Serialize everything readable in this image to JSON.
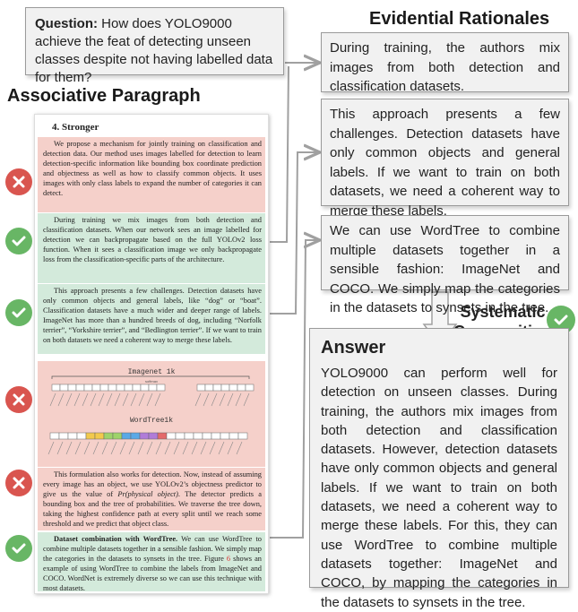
{
  "question": {
    "label": "Question:",
    "text": "How does YOLO9000 achieve the feat of detecting unseen classes despite not having labelled data for them?"
  },
  "associative_title": "Associative Paragraph",
  "evidential_title": "Evidential Rationales",
  "paper": {
    "heading": "4. Stronger",
    "paragraphs": [
      {
        "status": "wrong",
        "text": "We propose a mechanism for jointly training on classification and detection data. Our method uses images labelled for detection to learn detection-specific information like bounding box coordinate prediction and objectness as well as how to classify common objects. It uses images with only class labels to expand the number of categories it can detect."
      },
      {
        "status": "correct",
        "text": "During training we mix images from both detection and classification datasets. When our network sees an image labelled for detection we can backpropagate based on the full YOLOv2 loss function. When it sees a classification image we only backpropagate loss from the classification-specific parts of the architecture."
      },
      {
        "status": "correct",
        "text": "This approach presents a few challenges. Detection datasets have only common objects and general labels, like “dog” or “boat”. Classification datasets have a much wider and deeper range of labels. ImageNet has more than a hundred breeds of dog, including “Norfolk terrier”, “Yorkshire terrier”, and “Bedlington terrier”. If we want to train on both datasets we need a coherent way to merge these labels."
      },
      {
        "status": "wrong",
        "figure_title_top": "Imagenet 1k",
        "figure_title_bottom": "WordTree1k",
        "figure_label": "softmax"
      },
      {
        "status": "wrong",
        "text_a": "This formulation also works for detection. Now, instead of assuming every image has an object, we use YOLOv2’s objectness predictor to give us the value of",
        "math": "Pr(physical object)",
        "text_b": ". The detector predicts a bounding box and the tree of probabilities. We traverse the tree down, taking the highest confidence path at every split until we reach some threshold and we predict that object class."
      },
      {
        "status": "correct",
        "bold": "Dataset combination with WordTree.",
        "text_a": " We can use WordTree to combine multiple datasets together in a sensible fashion. We simply map the categories in the datasets to synsets in the tree. Figure ",
        "link": "6",
        "text_b": " shows an example of using WordTree to combine the labels from ImageNet and COCO. WordNet is extremely diverse so we can use this technique with most datasets."
      }
    ]
  },
  "evidence": [
    "During training, the authors mix images from both detection and classification datasets.",
    "This approach presents a few challenges. Detection datasets have only common objects and general labels. If we want to train on both datasets, we need a coherent way to merge these labels.",
    "We can use WordTree to combine multiple datasets together in a sensible fashion: ImageNet and COCO. We simply map the categories in the datasets to synsets in the tree."
  ],
  "systematic": {
    "line1": "Systematic",
    "line2": "Composition"
  },
  "answer": {
    "title": "Answer",
    "text": "YOLO9000 can perform well for detection on unseen classes. During training, the authors mix images from both detection and classification datasets. However, detection datasets have only common objects and general labels. If we want to train on both datasets, we need a coherent way to merge these labels. For this, they can use WordTree to combine multiple datasets together: ImageNet and COCO, by mapping the categories in the datasets to synsets in the tree."
  },
  "colors": {
    "wrong_bg": "#f5d0ca",
    "correct_bg": "#d3eadb",
    "wrong_icon": "#d9554f",
    "correct_icon": "#68b665",
    "arrow": "#a0a0a0"
  },
  "icons": {
    "wrong": "x-icon",
    "correct": "check-icon"
  }
}
